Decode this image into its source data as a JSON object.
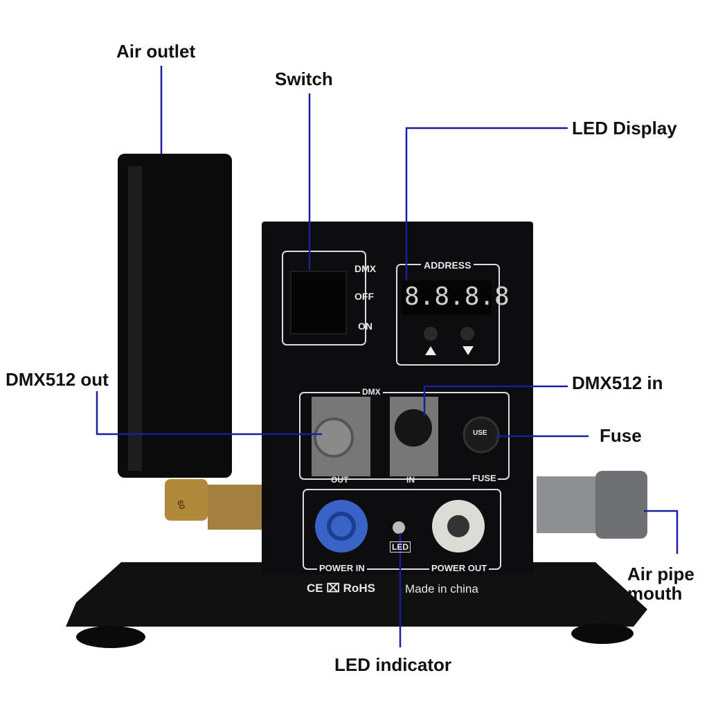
{
  "callouts": {
    "air_outlet": "Air outlet",
    "switch": "Switch",
    "led_display": "LED Display",
    "dmx_out": "DMX512 out",
    "dmx_in": "DMX512 in",
    "fuse": "Fuse",
    "air_pipe_mouth_1": "Air pipe",
    "air_pipe_mouth_2": "mouth",
    "led_indicator": "LED indicator"
  },
  "panel": {
    "switch_modes": [
      "DMX",
      "OFF",
      "ON"
    ],
    "address_label": "ADDRESS",
    "display_value": "8.8.8.8",
    "dmx_group": "DMX",
    "out_label": "OUT",
    "in_label": "IN",
    "fuse_label": "FUSE",
    "fuse_cap_text": "USE",
    "led_label": "LED",
    "power_in": "POWER IN",
    "power_out": "POWER OUT",
    "cert": "CE ⌧ RoHS",
    "made_in": "Made in china",
    "elbow_text": "60"
  },
  "colors": {
    "leader_line": "#1c1ca0",
    "device": "#0d0d0f",
    "power_in": "#3a63c8",
    "power_out": "#dcdcd6"
  }
}
